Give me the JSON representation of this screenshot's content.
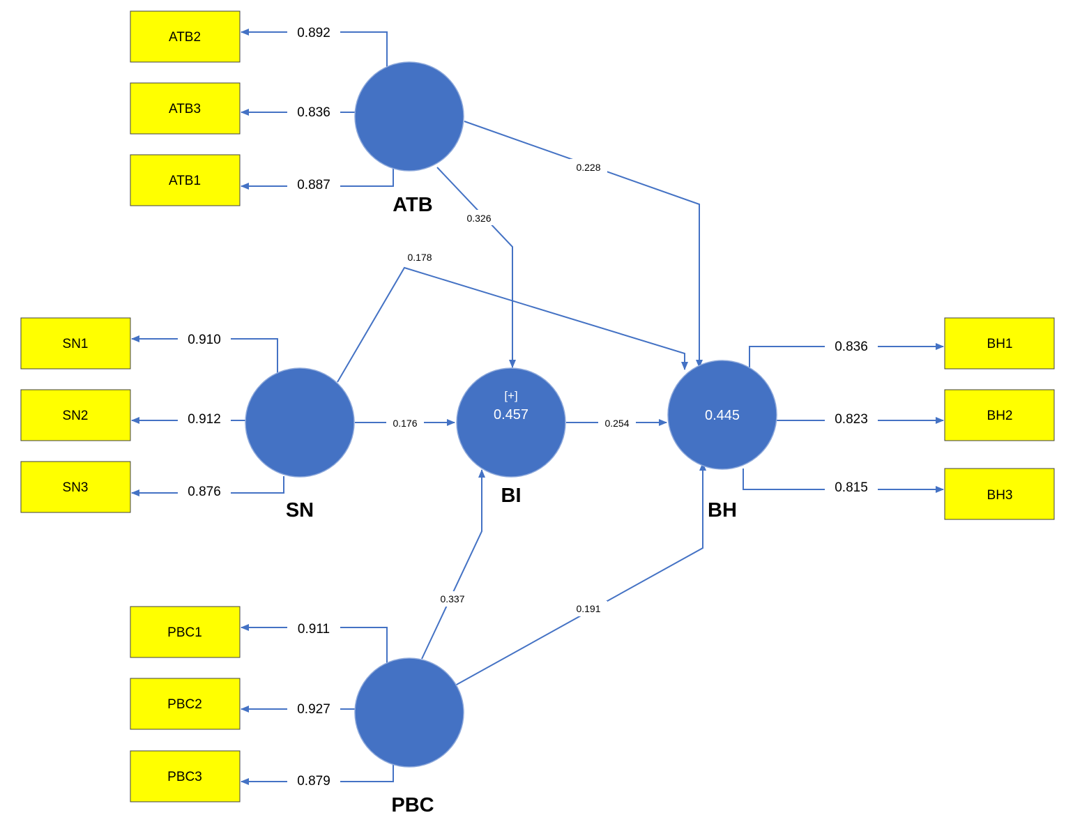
{
  "constructs": {
    "ATB": {
      "name": "ATB",
      "r2": "",
      "expand": ""
    },
    "SN": {
      "name": "SN",
      "r2": "",
      "expand": ""
    },
    "BI": {
      "name": "BI",
      "r2": "0.457",
      "expand": "[+]"
    },
    "BH": {
      "name": "BH",
      "r2": "0.445",
      "expand": ""
    },
    "PBC": {
      "name": "PBC",
      "r2": "",
      "expand": ""
    }
  },
  "indicators": {
    "ATB2": "ATB2",
    "ATB3": "ATB3",
    "ATB1": "ATB1",
    "SN1": "SN1",
    "SN2": "SN2",
    "SN3": "SN3",
    "BH1": "BH1",
    "BH2": "BH2",
    "BH3": "BH3",
    "PBC1": "PBC1",
    "PBC2": "PBC2",
    "PBC3": "PBC3"
  },
  "loadings": {
    "ATB2": "0.892",
    "ATB3": "0.836",
    "ATB1": "0.887",
    "SN1": "0.910",
    "SN2": "0.912",
    "SN3": "0.876",
    "BH1": "0.836",
    "BH2": "0.823",
    "BH3": "0.815",
    "PBC1": "0.911",
    "PBC2": "0.927",
    "PBC3": "0.879"
  },
  "paths": {
    "ATB_BI": "0.326",
    "ATB_BH": "0.228",
    "SN_BI": "0.176",
    "SN_BH": "0.178",
    "BI_BH": "0.254",
    "PBC_BI": "0.337",
    "PBC_BH": "0.191"
  },
  "colors": {
    "construct_fill": "#4472C4",
    "edge": "#4472C4",
    "indicator_fill": "#FFFF00"
  }
}
